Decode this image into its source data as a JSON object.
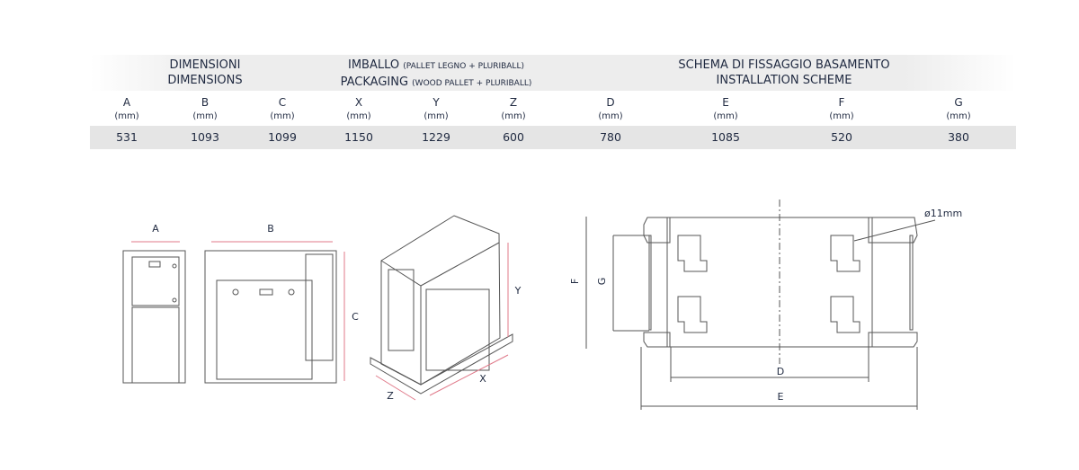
{
  "groups": {
    "dimensions": {
      "it": "DIMENSIONI",
      "en": "DIMENSIONS"
    },
    "packaging": {
      "it": "IMBALLO",
      "it_note": "(PALLET LEGNO + PLURIBALL)",
      "en": "PACKAGING",
      "en_note": "(WOOD PALLET + PLURIBALL)"
    },
    "installation": {
      "it": "SCHEMA DI FISSAGGIO BASAMENTO",
      "en": "INSTALLATION SCHEME"
    }
  },
  "columns": [
    {
      "label": "A",
      "unit": "(mm)",
      "value": "531"
    },
    {
      "label": "B",
      "unit": "(mm)",
      "value": "1093"
    },
    {
      "label": "C",
      "unit": "(mm)",
      "value": "1099"
    },
    {
      "label": "X",
      "unit": "(mm)",
      "value": "1150"
    },
    {
      "label": "Y",
      "unit": "(mm)",
      "value": "1229"
    },
    {
      "label": "Z",
      "unit": "(mm)",
      "value": "600"
    },
    {
      "label": "D",
      "unit": "(mm)",
      "value": "780"
    },
    {
      "label": "E",
      "unit": "(mm)",
      "value": "1085"
    },
    {
      "label": "F",
      "unit": "(mm)",
      "value": "520"
    },
    {
      "label": "G",
      "unit": "(mm)",
      "value": "380"
    }
  ],
  "drawing": {
    "hole": "ø11mm"
  },
  "colors": {
    "text": "#1f2940",
    "dim_line": "#e07a8a",
    "row_bg": "#e5e5e5"
  }
}
